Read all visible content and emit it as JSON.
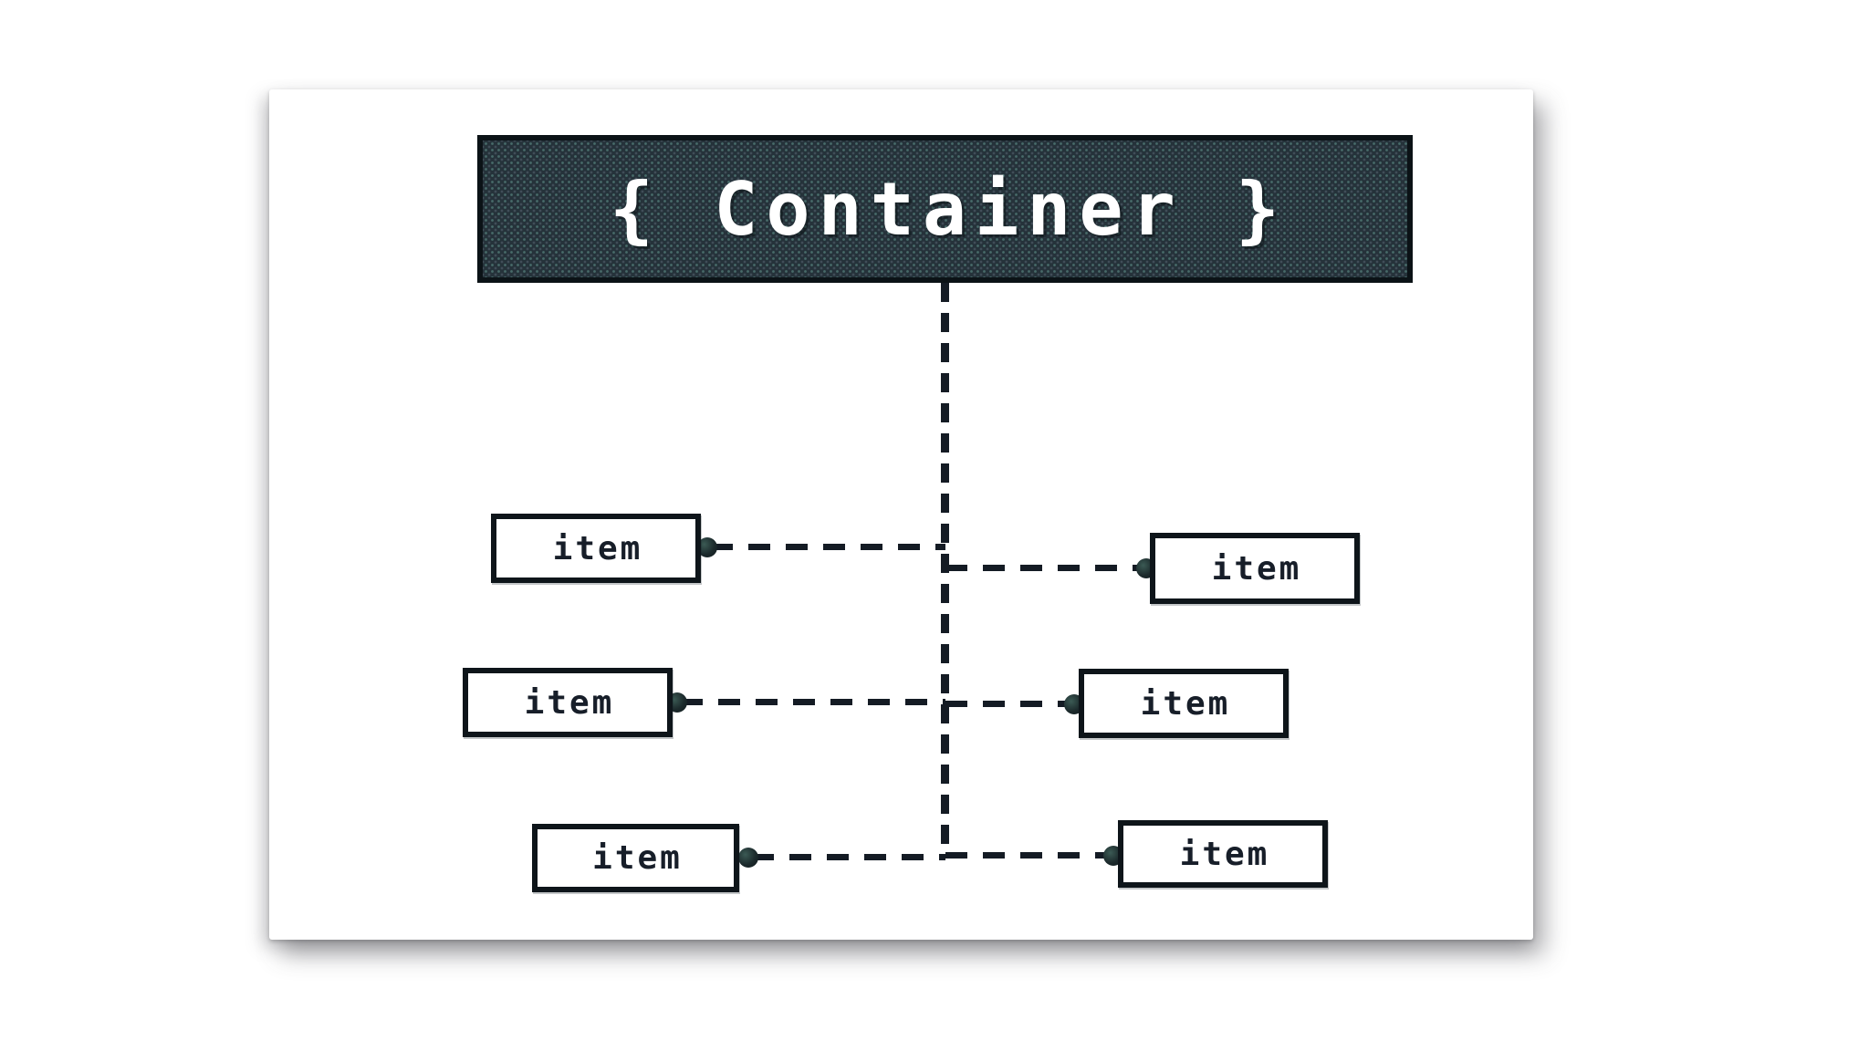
{
  "diagram": {
    "container": {
      "label": "{ Container }"
    },
    "items": [
      {
        "label": "item",
        "side": "left",
        "row": 1
      },
      {
        "label": "item",
        "side": "right",
        "row": 1
      },
      {
        "label": "item",
        "side": "left",
        "row": 2
      },
      {
        "label": "item",
        "side": "right",
        "row": 2
      },
      {
        "label": "item",
        "side": "left",
        "row": 3
      },
      {
        "label": "item",
        "side": "right",
        "row": 3
      }
    ]
  },
  "colors": {
    "canvas_background": "#ffffff",
    "container_fill": "#25323a",
    "container_texture_dot_teal": "#7cc0b0",
    "container_texture_dot_gray": "#a2acc4",
    "container_border": "#0b1216",
    "container_text": "#ffffff",
    "item_fill": "#ffffff",
    "item_border": "#0e151a",
    "item_text": "#171e29",
    "connector_line": "#141b24"
  }
}
